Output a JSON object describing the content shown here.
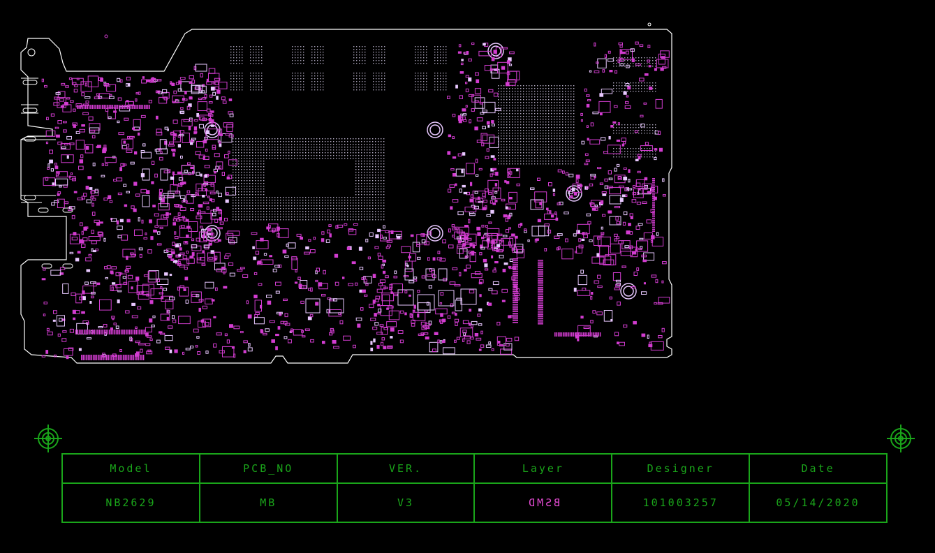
{
  "colors": {
    "background": "#000000",
    "outline": "#ffffff",
    "component": "#d23cd0",
    "component_light": "#e8c8ff",
    "table_line": "#1aa51a",
    "layer_text": "#e24ad1"
  },
  "title_block": {
    "headers": {
      "model": "Model",
      "pcb_no": "PCB_NO",
      "ver": "VER.",
      "layer": "Layer",
      "designer": "Designer",
      "date": "Date"
    },
    "values": {
      "model": "NB2629",
      "pcb_no": "MB",
      "ver": "V3",
      "layer": "BSMD",
      "designer": "101003257",
      "date": "05/14/2020"
    }
  },
  "icons": {
    "fiducial_left": "crosshair-target-icon",
    "fiducial_right": "crosshair-target-icon",
    "mounting_hole": "mounting-hole-icon"
  }
}
